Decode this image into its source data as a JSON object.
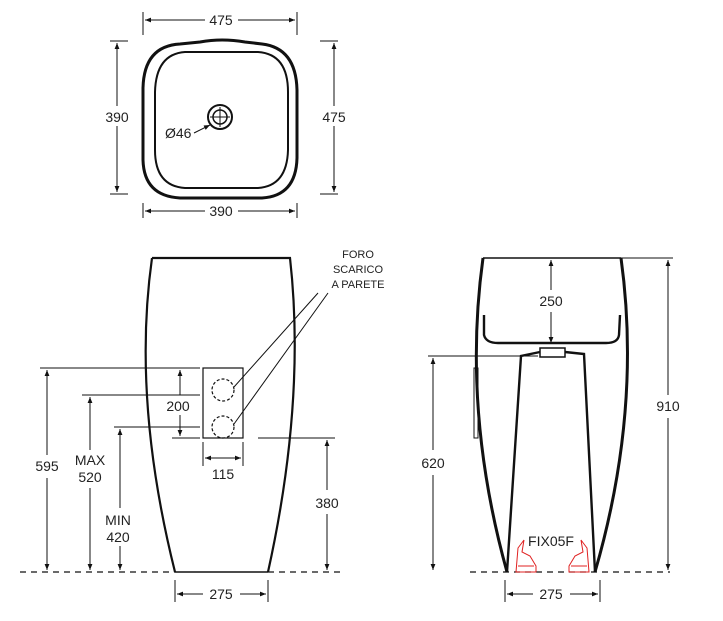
{
  "top_view": {
    "width_top": "475",
    "width_bottom": "390",
    "height_left": "390",
    "height_right": "475",
    "drain_diameter": "Ø46"
  },
  "front_view": {
    "note_lines": [
      "FORO",
      "SCARICO",
      "A PARETE"
    ],
    "dim_595": "595",
    "dim_max_label": "MAX",
    "dim_max": "520",
    "dim_min_label": "MIN",
    "dim_min": "420",
    "dim_200": "200",
    "dim_115": "115",
    "dim_380": "380",
    "dim_base": "275"
  },
  "side_view": {
    "dim_250": "250",
    "dim_620": "620",
    "dim_910": "910",
    "dim_base": "275",
    "fixing_kit": "FIX05F",
    "fixing_color": "#e02020"
  }
}
